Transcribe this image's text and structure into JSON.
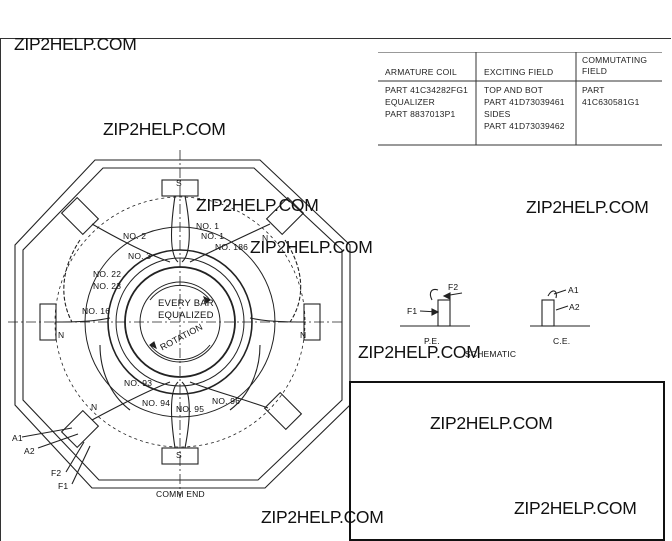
{
  "watermark": "ZIP2HELP.COM",
  "table": {
    "headers": [
      "ARMATURE COIL",
      "EXCITING FIELD",
      "COMMUTATING FIELD"
    ],
    "armature_coil": [
      "PART 41C34282FG1",
      "EQUALIZER",
      "PART 8837013P1"
    ],
    "exciting_field": [
      "TOP AND BOT",
      "PART 41D73039461",
      "SIDES",
      "PART 41D73039462"
    ],
    "commutating_field": [
      "PART",
      "41C630581G1"
    ]
  },
  "diagram_labels": {
    "no1a": "NO. 1",
    "no1b": "NO. 1",
    "no2": "NO. 2",
    "no3": "NO. 3",
    "no186": "NO. 186",
    "no22": "NO. 22",
    "no23": "NO. 23",
    "no16": "NO. 16",
    "every_bar": "EVERY BAR",
    "equalized": "EQUALIZED",
    "rotation": "ROTATION",
    "no93": "NO. 93",
    "no94": "NO. 94",
    "no95": "NO. 95",
    "no96": "NO. 96",
    "comm_end": "COMM END",
    "a1": "A1",
    "a2": "A2",
    "f2": "F2",
    "f1": "F1",
    "pole_n": "N",
    "pole_s": "S"
  },
  "schematic": {
    "f2": "F2",
    "f1": "F1",
    "a1": "A1",
    "a2": "A2",
    "pe": "P.E.",
    "ce": "C.E.",
    "caption": "SCHEMATIC"
  }
}
